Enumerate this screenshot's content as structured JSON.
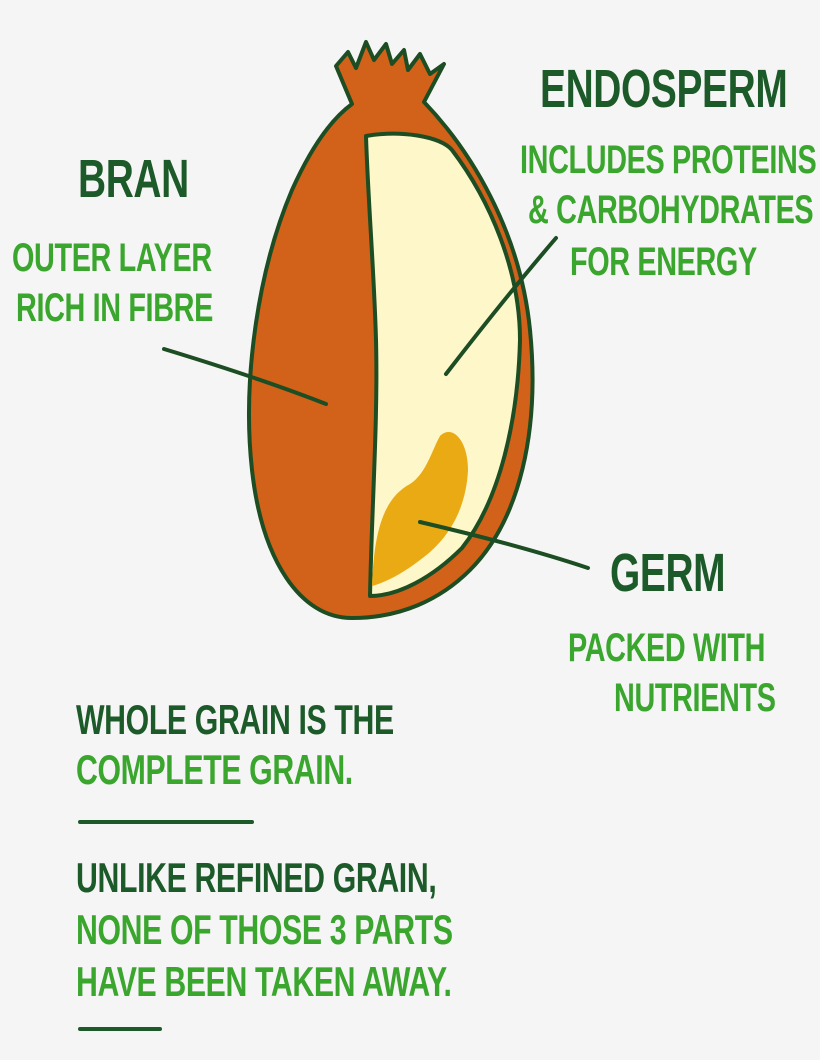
{
  "parts": {
    "bran": {
      "title": "BRAN",
      "desc_line1": "OUTER LAYER",
      "desc_line2": "RICH IN FIBRE"
    },
    "endosperm": {
      "title": "ENDOSPERM",
      "desc_line1": "INCLUDES PROTEINS",
      "desc_line2": "& CARBOHYDRATES",
      "desc_line3": "FOR ENERGY"
    },
    "germ": {
      "title": "GERM",
      "desc_line1": "PACKED WITH",
      "desc_line2": "NUTRIENTS"
    }
  },
  "footer": {
    "statement_line1": "WHOLE GRAIN IS THE",
    "statement_line2": "COMPLETE GRAIN.",
    "note_line1": "UNLIKE REFINED GRAIN,",
    "note_line2": "NONE OF THOSE 3 PARTS",
    "note_line3": "HAVE BEEN TAKEN AWAY."
  },
  "colors": {
    "bran": "#d2611a",
    "endosperm": "#fdf7c9",
    "germ": "#e9aa14",
    "outline": "#1d4d22",
    "title_text": "#1d5a2a",
    "desc_text": "#3aa62e",
    "background": "#f5f5f5"
  }
}
